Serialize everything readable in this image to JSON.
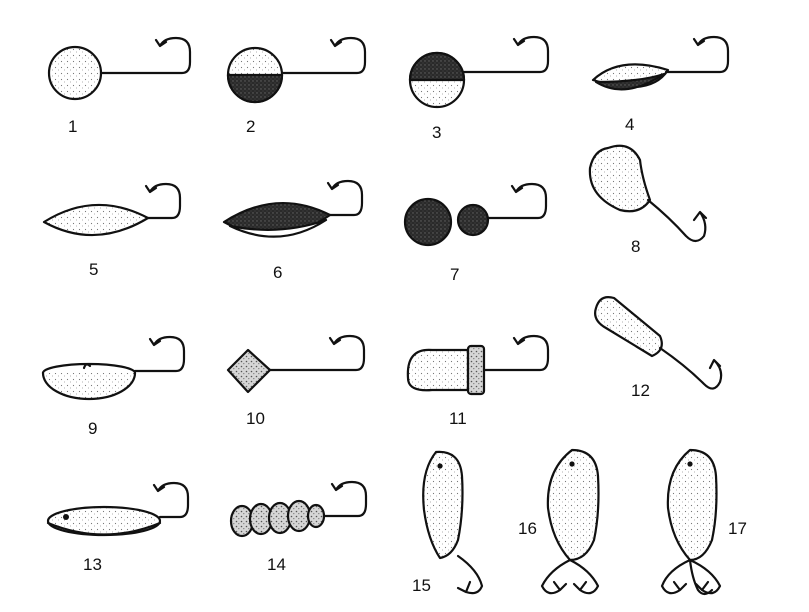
{
  "figure": {
    "type": "line drawing of ice-fishing jig lures",
    "colors": {
      "ink": "#111111",
      "paper": "#ffffff",
      "shade": "#8a8a8a"
    },
    "items": [
      {
        "label": "1",
        "shape": "round ball, light",
        "hook": "single"
      },
      {
        "label": "2",
        "shape": "round ball, dark lower half",
        "hook": "single"
      },
      {
        "label": "3",
        "shape": "round ball, dark upper half",
        "hook": "single"
      },
      {
        "label": "4",
        "shape": "flattened drop, dark belly",
        "hook": "single"
      },
      {
        "label": "5",
        "shape": "lens / lentil, light",
        "hook": "single"
      },
      {
        "label": "6",
        "shape": "lens / lentil, dark",
        "hook": "single"
      },
      {
        "label": "7",
        "shape": "two dark balls",
        "hook": "single"
      },
      {
        "label": "8",
        "shape": "pear / drop",
        "hook": "single"
      },
      {
        "label": "9",
        "shape": "half-moon cup",
        "hook": "single"
      },
      {
        "label": "10",
        "shape": "diamond",
        "hook": "single"
      },
      {
        "label": "11",
        "shape": "cylinder with collar",
        "hook": "single"
      },
      {
        "label": "12",
        "shape": "elongated tapered body",
        "hook": "single"
      },
      {
        "label": "13",
        "shape": "flat disc with hole",
        "hook": "single"
      },
      {
        "label": "14",
        "shape": "stacked bead segments",
        "hook": "single"
      },
      {
        "label": "15",
        "shape": "flat teardrop spoon",
        "hook": "single"
      },
      {
        "label": "16",
        "shape": "flat teardrop spoon",
        "hook": "double"
      },
      {
        "label": "17",
        "shape": "flat teardrop spoon",
        "hook": "treble"
      }
    ]
  }
}
